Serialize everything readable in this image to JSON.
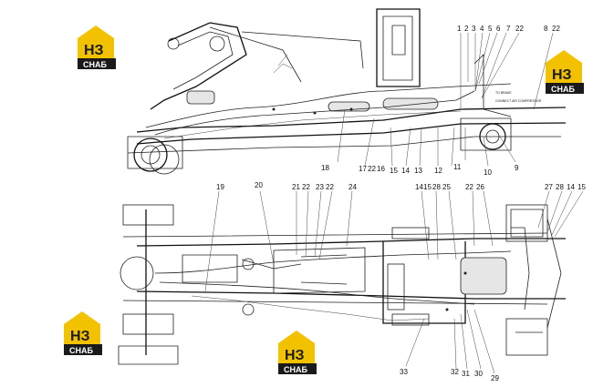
{
  "callouts_top": [
    {
      "label": "1"
    },
    {
      "label": "2"
    },
    {
      "label": "3"
    },
    {
      "label": "4"
    },
    {
      "label": "5"
    },
    {
      "label": "6"
    },
    {
      "label": "7"
    },
    {
      "label": "22"
    },
    {
      "label": "8"
    },
    {
      "label": "22"
    },
    {
      "label": "18"
    },
    {
      "label": "17"
    },
    {
      "label": "22"
    },
    {
      "label": "16"
    },
    {
      "label": "15"
    },
    {
      "label": "14"
    },
    {
      "label": "13"
    },
    {
      "label": "12"
    },
    {
      "label": "11"
    },
    {
      "label": "10"
    },
    {
      "label": "9"
    }
  ],
  "callouts_bottom": [
    {
      "label": "19"
    },
    {
      "label": "20"
    },
    {
      "label": "21"
    },
    {
      "label": "22"
    },
    {
      "label": "23"
    },
    {
      "label": "22"
    },
    {
      "label": "24"
    },
    {
      "label": "14"
    },
    {
      "label": "15"
    },
    {
      "label": "28"
    },
    {
      "label": "25"
    },
    {
      "label": "22"
    },
    {
      "label": "26"
    },
    {
      "label": "27"
    },
    {
      "label": "28"
    },
    {
      "label": "14"
    },
    {
      "label": "15"
    },
    {
      "label": "33"
    },
    {
      "label": "32"
    },
    {
      "label": "31"
    },
    {
      "label": "30"
    },
    {
      "label": "29"
    }
  ],
  "drawing_note": {
    "line1": "TO BRAKE",
    "line2": "CONNECT AIR COMPRESSOR"
  },
  "logo": {
    "letters": "НЗ",
    "word": "СНАБ",
    "colors": {
      "yellow": "#f2c200",
      "black": "#1a1a1a"
    }
  }
}
